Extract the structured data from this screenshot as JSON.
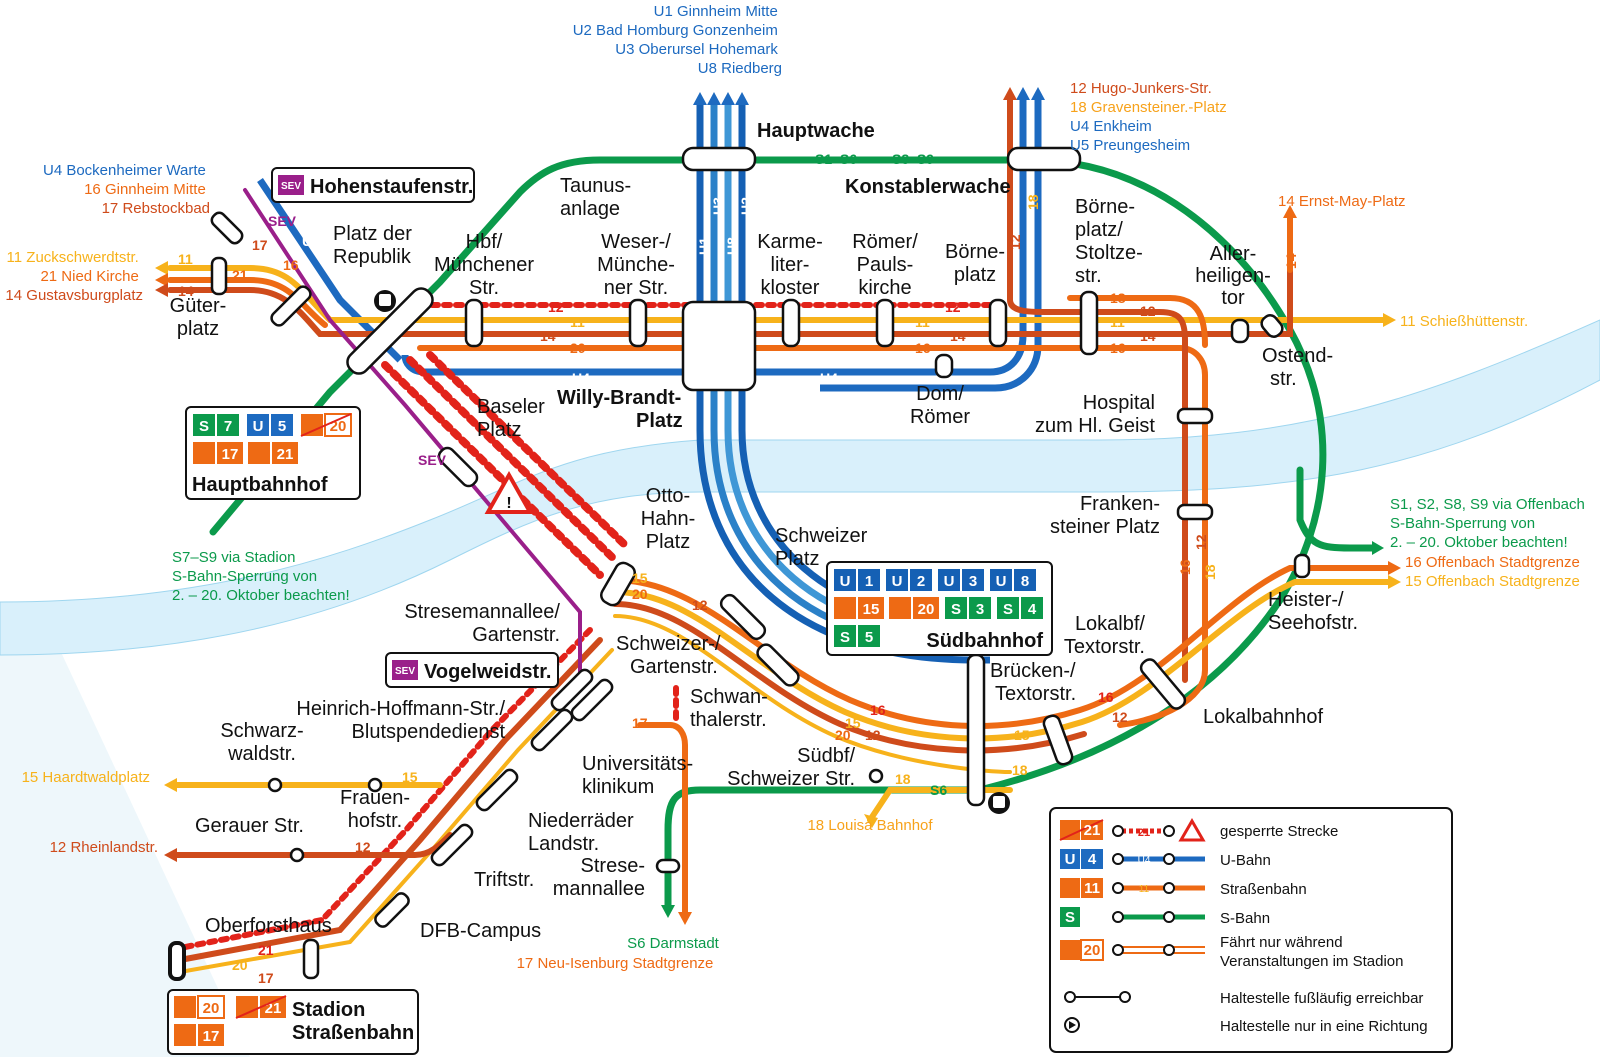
{
  "colors": {
    "sbahn": "#0b9a4b",
    "ubahn_u1": "#1560b4",
    "ubahn_u2": "#2b81c8",
    "ubahn_u4": "#1d6ac0",
    "tram_orange": "#ee6a14",
    "tram_11": "#f7b21b",
    "tram_red_dotted": "#e2231a",
    "tram_brown": "#cf4b1b",
    "sev_purple": "#9a1f8a",
    "river": "#d9f0fb"
  },
  "stations": {
    "hauptwache": "Hauptwache",
    "konstablerwache": "Konstablerwache",
    "taunusanlage": [
      "Taunus-",
      "anlage"
    ],
    "platz_der_republik": [
      "Platz der",
      "Republik"
    ],
    "hbf_muenchener": [
      "Hbf/",
      "Münchener",
      "Str."
    ],
    "weser_muenchener": [
      "Weser-/",
      "Münche-",
      "ner Str."
    ],
    "karmeliterkloster": [
      "Karme-",
      "liter-",
      "kloster"
    ],
    "roemer_paulskirche": [
      "Römer/",
      "Pauls-",
      "kirche"
    ],
    "boerneplatz": [
      "Börne-",
      "platz"
    ],
    "boerneplatz_stoltzestr": [
      "Börne-",
      "platz/",
      "Stoltze-",
      "str."
    ],
    "allerheiligentor": [
      "Aller-",
      "heiligen-",
      "tor"
    ],
    "ostendstr": [
      "Ostend-",
      "str."
    ],
    "gueterplatz": [
      "Güter-",
      "platz"
    ],
    "willy_brandt_platz": [
      "Willy-Brandt-",
      "Platz"
    ],
    "dom_roemer": [
      "Dom/",
      "Römer"
    ],
    "baseler_platz": [
      "Baseler",
      "Platz"
    ],
    "hospital": [
      "Hospital",
      "zum Hl. Geist"
    ],
    "frankensteiner_platz": [
      "Franken-",
      "steiner Platz"
    ],
    "otto_hahn_platz": [
      "Otto-",
      "Hahn-",
      "Platz"
    ],
    "schweizer_platz": [
      "Schweizer",
      "Platz"
    ],
    "stresemannallee_gartenstr": [
      "Stresemannallee/",
      "Gartenstr."
    ],
    "schweizer_gartenstr": [
      "Schweizer-/",
      "Gartenstr."
    ],
    "schwanthalerstr": [
      "Schwan-",
      "thalerstr."
    ],
    "lokalbf_textorstr": [
      "Lokalbf/",
      "Textorstr."
    ],
    "bruecken_textorstr": [
      "Brücken-/",
      "Textorstr."
    ],
    "heister_seehofstr": [
      "Heister-/",
      "Seehofstr."
    ],
    "lokalbahnhof": "Lokalbahnhof",
    "heinrich_hoffmann": [
      "Heinrich-Hoffmann-Str./",
      "Blutspendedienst"
    ],
    "schwarzwaldstr": [
      "Schwarz-",
      "waldstr."
    ],
    "universitaetsklinikum": [
      "Universitäts-",
      "klinikum"
    ],
    "suedbf_schweizer": [
      "Südbf/",
      "Schweizer Str."
    ],
    "frauenhofstr": [
      "Frauen-",
      "hofstr."
    ],
    "gerauer_str": "Gerauer Str.",
    "niederraeder_landstr": [
      "Niederräder",
      "Landstr."
    ],
    "triftstr": "Triftstr.",
    "stresemannallee": [
      "Strese-",
      "mannallee"
    ],
    "oberforsthaus": "Oberforsthaus",
    "dfb_campus": "DFB-Campus"
  },
  "destinations": {
    "top_u": [
      "U1 Ginnheim Mitte",
      "U2 Bad Homburg Gonzenheim",
      "U3 Oberursel Hohemark",
      "U8 Riedberg"
    ],
    "top_right": [
      {
        "text": "12 Hugo-Junkers-Str.",
        "color": "#cf4b1b"
      },
      {
        "text": "18 Gravensteiner.-Platz",
        "color": "#f7a21b"
      },
      {
        "text": "U4 Enkheim",
        "color": "#1d6ac0"
      },
      {
        "text": "U5 Preungesheim",
        "color": "#1d6ac0"
      }
    ],
    "top_left": [
      {
        "text": "U4 Bockenheimer Warte",
        "color": "#1d6ac0"
      },
      {
        "text": "16 Ginnheim Mitte",
        "color": "#ee6a14"
      },
      {
        "text": "17 Rebstockbad",
        "color": "#cf4b1b"
      }
    ],
    "left": [
      {
        "text": "11 Zuckschwerdtstr.",
        "color": "#f7b21b"
      },
      {
        "text": "21 Nied Kirche",
        "color": "#ee6a14"
      },
      {
        "text": "14 Gustavsburgplatz",
        "color": "#cf4b1b"
      }
    ],
    "ernst_may": "14 Ernst-May-Platz",
    "schiesshuetten": "11 Schießhüttenstr.",
    "offenbach": [
      "S1, S2, S8, S9 via Offenbach",
      "S-Bahn-Sperrung von",
      "2. – 20. Oktober beachten!"
    ],
    "offenbach_tram": [
      {
        "text": "16 Offenbach Stadtgrenze",
        "color": "#ee6a14"
      },
      {
        "text": "15 Offenbach Stadtgrenze",
        "color": "#f7b21b"
      }
    ],
    "stadion_sbahn": [
      "S7–S9 via Stadion",
      "S-Bahn-Sperrung von",
      "2. – 20. Oktober beachten!"
    ],
    "haardtwald": "15 Haardtwaldplatz",
    "rheinland": "12 Rheinlandstr.",
    "louisa": "18 Louisa Bahnhof",
    "darmstadt": "S6 Darmstadt",
    "neu_isenburg": "17 Neu-Isenburg Stadtgrenze"
  },
  "line_labels": {
    "s1_s6": "S1–S6",
    "s8_s9": "S8–S9",
    "s6": "S6",
    "u1": "U1",
    "u2": "U2",
    "u3": "U3",
    "u4": "U4",
    "u5": "U5",
    "u8": "U8",
    "t11": "11",
    "t12": "12",
    "t14": "14",
    "t15": "15",
    "t16": "16",
    "t17": "17",
    "t18": "18",
    "t20": "20",
    "t21": "21",
    "sev": "SEV"
  },
  "boxes": {
    "hauptbahnhof": {
      "title": "Hauptbahnhof",
      "row1": [
        "S",
        "7",
        "U",
        "5",
        "20"
      ],
      "row2": [
        "17",
        "21"
      ]
    },
    "suedbahnhof": {
      "title": "Südbahnhof",
      "row1": [
        "U",
        "1",
        "U",
        "2",
        "U",
        "3",
        "U",
        "8"
      ],
      "row2": [
        "15",
        "20",
        "S",
        "3",
        "S",
        "4"
      ],
      "row3": [
        "S",
        "5"
      ]
    },
    "stadion": {
      "title": [
        "Stadion",
        "Straßenbahn"
      ],
      "items": [
        "20",
        "21",
        "17"
      ]
    },
    "hohenstaufen": {
      "badge": "SEV",
      "title": "Hohenstaufenstr."
    },
    "vogelweid": {
      "badge": "SEV",
      "title": "Vogelweidstr."
    }
  },
  "legend": {
    "items": [
      {
        "badge": "21",
        "text": "gesperrte Strecke"
      },
      {
        "badge": "4",
        "badge_prefix": "U",
        "text": "U-Bahn"
      },
      {
        "badge": "11",
        "text": "Straßenbahn"
      },
      {
        "badge": "S",
        "text": "S-Bahn"
      },
      {
        "badge": "20",
        "text": [
          "Fährt nur während",
          "Veranstaltungen im Stadion"
        ]
      },
      {
        "badge": "",
        "text": "Haltestelle fußläufig erreichbar"
      },
      {
        "badge": "",
        "text": "Haltestelle nur in eine Richtung"
      }
    ],
    "sample_labels": {
      "closed": "21",
      "u": "U4",
      "tram": "11"
    }
  }
}
